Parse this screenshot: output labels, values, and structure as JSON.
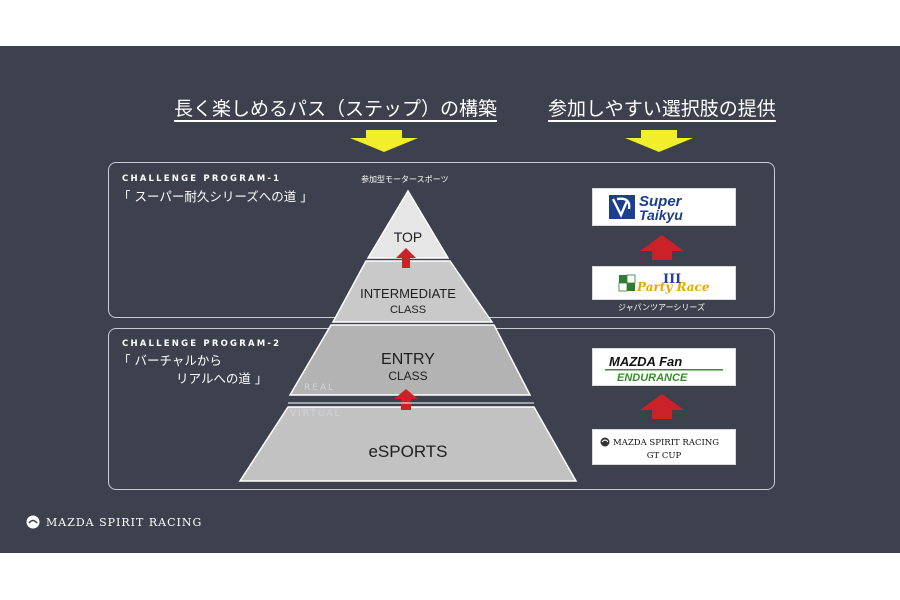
{
  "headers": {
    "left": "長く楽しめるパス（ステップ）の構築",
    "right": "参加しやすい選択肢の提供"
  },
  "program1": {
    "title": "CHALLENGE PROGRAM-1",
    "subtitle": "「 スーパー耐久シリーズへの道 」"
  },
  "program2": {
    "title": "CHALLENGE PROGRAM-2",
    "subtitle_line1": "「 バーチャルから",
    "subtitle_line2": "リアルへの道 」"
  },
  "pyramid": {
    "top_caption": "参加型モータースポーツ",
    "levels": {
      "top": "TOP",
      "intermediate_line1": "INTERMEDIATE",
      "intermediate_line2": "CLASS",
      "entry_line1": "ENTRY",
      "entry_line2": "CLASS",
      "esports": "eSPORTS"
    },
    "real_label": "REAL",
    "virtual_label": "VIRTUAL"
  },
  "logos": {
    "super_taikyu_line1": "Super",
    "super_taikyu_line2": "Taikyu",
    "roadster_cup_script": "Party Race",
    "roadster_cup_numeral": "III",
    "japan_tour_caption": "ジャパンツアーシリーズ",
    "mazda_fan_line1": "MAZDA Fan",
    "mazda_fan_line2": "ENDURANCE",
    "gt_cup_line1": "MAZDA SPIRIT RACING",
    "gt_cup_line2": "GT CUP"
  },
  "footer": {
    "brand": "MAZDA SPIRIT RACING"
  },
  "colors": {
    "background": "#3c414d",
    "arrow_yellow": "#f1ee2c",
    "arrow_red": "#cc2128",
    "super_taikyu_blue": "#1b3e8f",
    "pyramid_light": "#e6e6e6",
    "pyramid_mid": "#c9c9c9",
    "pyramid_dark": "#b3b3b3"
  }
}
